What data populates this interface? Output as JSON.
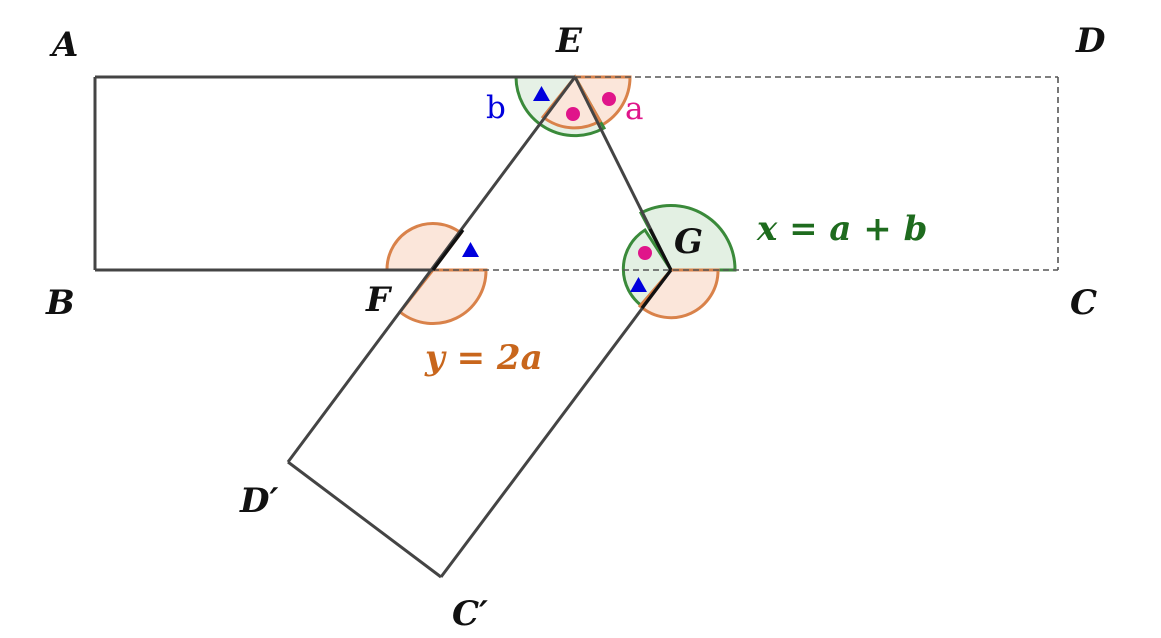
{
  "points": {
    "A": "A",
    "B": "B",
    "C": "C",
    "D": "D",
    "E": "E",
    "F": "F",
    "G": "G",
    "C_prime": "C′",
    "D_prime": "D′"
  },
  "angle_labels": {
    "a": "a",
    "b": "b"
  },
  "equations": {
    "x": "x = a + b",
    "y": "y = 2a"
  },
  "colors": {
    "edge": "#444444",
    "fold_edge": "#111111",
    "dashed": "#555555",
    "green_stroke": "#3a8a3a",
    "green_fill": "#e3f0e3",
    "orange_stroke": "#d9824a",
    "orange_fill": "#fbe6da",
    "magenta": "#e0158a",
    "blue": "#0000dd",
    "green_text": "#1e6b1e",
    "orange_text": "#c8661c"
  },
  "icons": {
    "dot_marker": "filled-circle",
    "triangle_marker": "filled-triangle"
  }
}
